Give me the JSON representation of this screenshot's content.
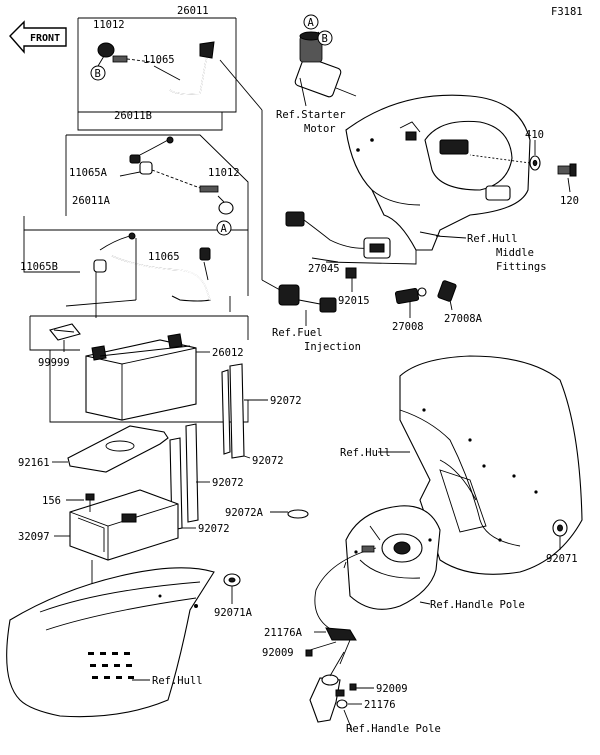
{
  "figure_code": "F3181",
  "front_arrow": "FRONT",
  "callouts": {
    "a": "A",
    "b": "B"
  },
  "part_labels": [
    {
      "key": "p26011",
      "text": "26011"
    },
    {
      "key": "p11012_top",
      "text": "11012"
    },
    {
      "key": "p11065_top",
      "text": "11065"
    },
    {
      "key": "p26011B",
      "text": "26011B"
    },
    {
      "key": "p11065A",
      "text": "11065A"
    },
    {
      "key": "p11012_mid",
      "text": "11012"
    },
    {
      "key": "p26011A",
      "text": "26011A"
    },
    {
      "key": "p11065B",
      "text": "11065B"
    },
    {
      "key": "p11065_mid",
      "text": "11065"
    },
    {
      "key": "p99999",
      "text": "99999"
    },
    {
      "key": "p26012",
      "text": "26012"
    },
    {
      "key": "p92072_a",
      "text": "92072"
    },
    {
      "key": "p92072_b",
      "text": "92072"
    },
    {
      "key": "p92072_c",
      "text": "92072"
    },
    {
      "key": "p92072_d",
      "text": "92072"
    },
    {
      "key": "p92072A",
      "text": "92072A"
    },
    {
      "key": "p92161",
      "text": "92161"
    },
    {
      "key": "p156",
      "text": "156"
    },
    {
      "key": "p32097",
      "text": "32097"
    },
    {
      "key": "p92071A",
      "text": "92071A"
    },
    {
      "key": "p410",
      "text": "410"
    },
    {
      "key": "p120",
      "text": "120"
    },
    {
      "key": "p27045",
      "text": "27045"
    },
    {
      "key": "p92015",
      "text": "92015"
    },
    {
      "key": "p27008",
      "text": "27008"
    },
    {
      "key": "p27008A",
      "text": "27008A"
    },
    {
      "key": "p92071",
      "text": "92071"
    },
    {
      "key": "p21176A",
      "text": "21176A"
    },
    {
      "key": "p92009_a",
      "text": "92009"
    },
    {
      "key": "p92009_b",
      "text": "92009"
    },
    {
      "key": "p21176",
      "text": "21176"
    }
  ],
  "ref_labels": {
    "starter_1": "Ref.Starter",
    "starter_2": "Motor",
    "hull_middle_1": "Ref.Hull",
    "hull_middle_2": "Middle",
    "hull_middle_3": "Fittings",
    "fuel_1": "Ref.Fuel",
    "fuel_2": "Injection",
    "hull_right": "Ref.Hull",
    "handle_pole_1": "Ref.Handle Pole",
    "hull_bottom": "Ref.Hull",
    "handle_pole_2": "Ref.Handle Pole"
  }
}
